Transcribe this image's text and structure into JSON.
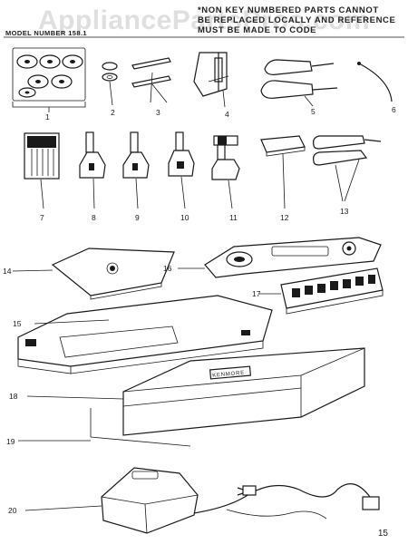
{
  "header": {
    "note_line1": "*NON KEY NUMBERED PARTS CANNOT",
    "note_line2": "BE REPLACED LOCALLY AND REFERENCE",
    "note_line3": "MUST BE MADE TO CODE",
    "model_label": "MODEL NUMBER 158.1"
  },
  "watermark": "AppliancePartsPros.com",
  "page_number": "15",
  "callouts": {
    "c1": "1",
    "c2": "2",
    "c3": "3",
    "c4": "4",
    "c5": "5",
    "c6": "6",
    "c7": "7",
    "c8": "8",
    "c9": "9",
    "c10": "10",
    "c11": "11",
    "c12": "12",
    "c13": "13",
    "c14": "14",
    "c15": "15",
    "c16": "16",
    "c17": "17",
    "c18": "18",
    "c19": "19",
    "c20": "20"
  },
  "case_label": "KENMORE"
}
